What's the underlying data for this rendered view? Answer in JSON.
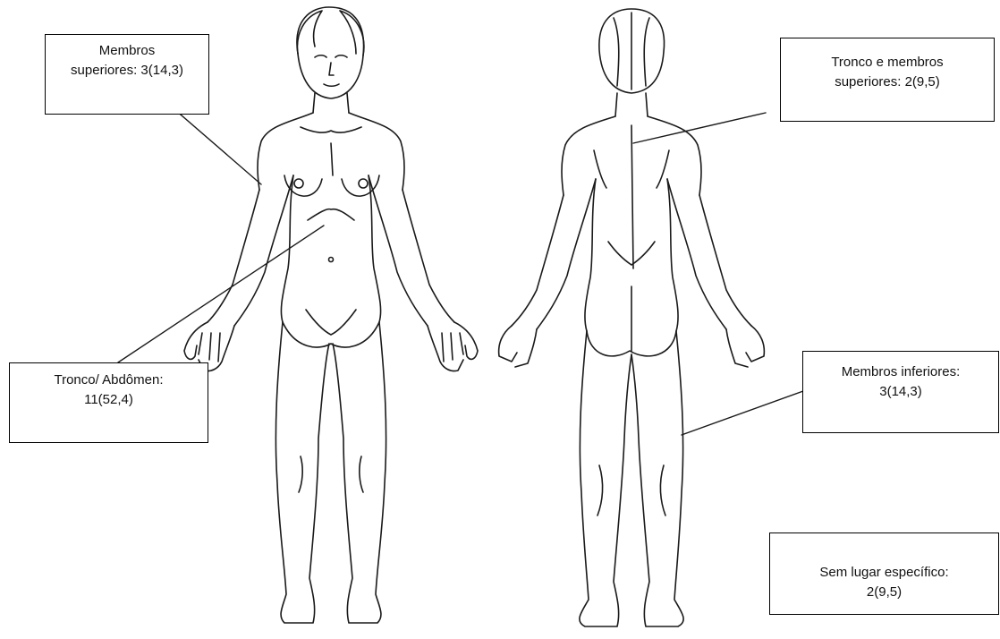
{
  "figure": {
    "labels": {
      "membros_superiores": {
        "line1": "Membros",
        "line2": "superiores: 3(14,3)"
      },
      "tronco_membros_superiores": {
        "line1": "Tronco e membros",
        "line2": "superiores: 2(9,5)"
      },
      "tronco_abdomen": {
        "line1": "Tronco/ Abdômen:",
        "line2": "11(52,4)"
      },
      "membros_inferiores": {
        "line1": "Membros inferiores:",
        "line2": "3(14,3)"
      },
      "sem_lugar": {
        "line1": "Sem lugar específico:",
        "line2": "2(9,5)"
      }
    }
  }
}
